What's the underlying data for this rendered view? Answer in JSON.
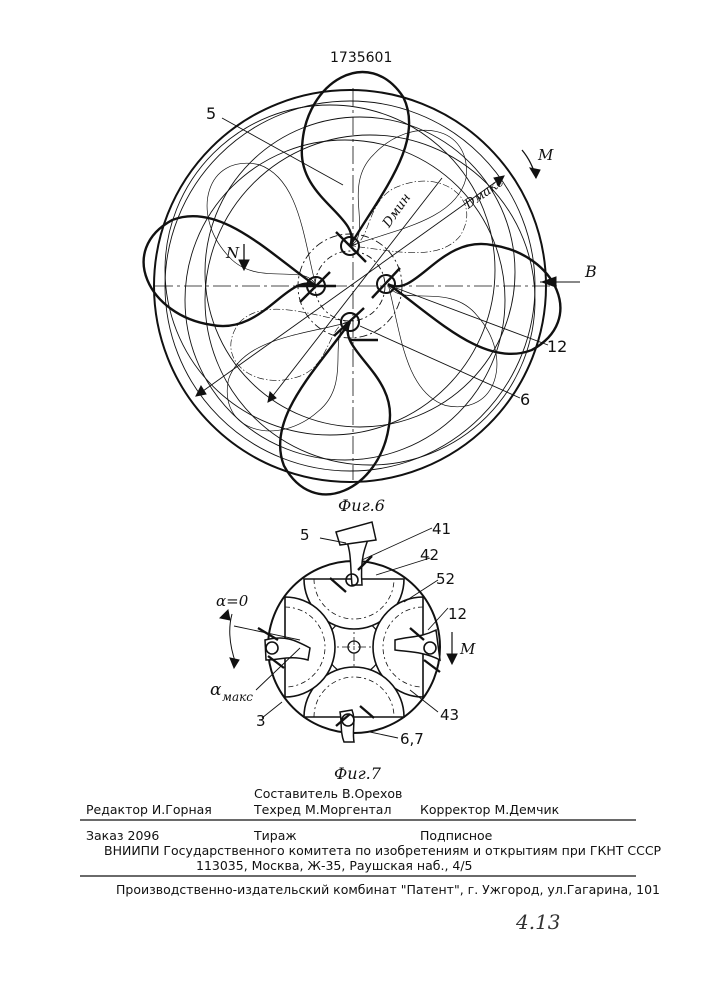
{
  "patent_number": "1735601",
  "fig6": {
    "caption": "Фиг.6",
    "label_5": "5",
    "label_6": "6",
    "label_12": "12",
    "label_B": "B",
    "label_M": "M",
    "label_N": "N",
    "label_dmin": "Dмин",
    "label_dmax": "Dмакс"
  },
  "fig7": {
    "caption": "Фиг.7",
    "label_5": "5",
    "label_41": "41",
    "label_42": "42",
    "label_52": "52",
    "label_12": "12",
    "label_M": "M",
    "label_alpha0": "α=0",
    "label_alphamax_a": "α",
    "label_alphamax_b": "макс",
    "label_3": "3",
    "label_43": "43",
    "label_67": "6,7"
  },
  "imprint": {
    "compiler": "Составитель В.Орехов",
    "editor": "Редактор  И.Горная",
    "techred": "Техред М.Моргентал",
    "corrector": "Корректор  М.Демчик",
    "order": "Заказ  2096",
    "circulation": "Тираж",
    "subscription": "Подписное",
    "vniipi": "ВНИИПИ Государственного комитета по изобретениям и открытиям при ГКНТ СССР",
    "address": "113035, Москва, Ж-35, Раушская наб., 4/5",
    "publisher": "Производственно-издательский комбинат \"Патент\", г. Ужгород, ул.Гагарина, 101"
  },
  "handwritten_note": "4.13"
}
